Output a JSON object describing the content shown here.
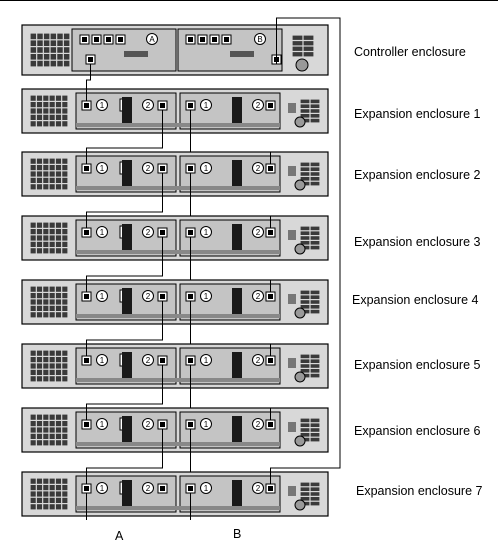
{
  "labels": {
    "controller": "Controller  enclosure",
    "expansions": [
      "Expansion enclosure 1",
      "Expansion enclosure 2",
      "Expansion enclosure 3",
      "Expansion enclosure 4",
      "Expansion enclosure 5",
      "Expansion enclosure 6",
      "Expansion enclosure 7"
    ],
    "port_a": "A",
    "port_b": "B"
  },
  "controller_module_marks": [
    "A",
    "B"
  ],
  "expansion_port_marks": [
    "1",
    "2"
  ],
  "colors": {
    "line": "#000000",
    "chassis_fill": "#d8d8d8",
    "module_fill": "#c4c4c4",
    "vent_dark": "#3a3a3a",
    "block": "#1a1a1a"
  }
}
